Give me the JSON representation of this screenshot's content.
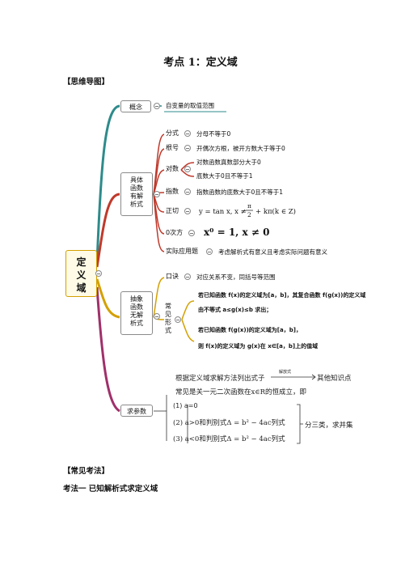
{
  "title": "考点 1：定义域",
  "section_mindmap": "【思维导图】",
  "section_methods": "【常见考法】",
  "method1": "考法一   已知解析式求定义域",
  "mindmap": {
    "root": [
      "定",
      "义",
      "域"
    ],
    "concept": {
      "label": "概念",
      "desc": "自变量的取值范围"
    },
    "concrete": {
      "label": [
        "具体",
        "函数",
        "有解",
        "析式"
      ],
      "items": [
        {
          "name": "分式",
          "desc": "分母不等于0"
        },
        {
          "name": "根号",
          "desc": "开偶次方根，被开方数大于等于0"
        },
        {
          "name": "对数",
          "desc1": "对数函数真数部分大于0",
          "desc2": "底数大于0且不等于1"
        },
        {
          "name": "指数",
          "desc": "指数函数的底数大于0且不等于1"
        },
        {
          "name": "正切",
          "formula": "y = tan x, x ≠ π/2 + kπ(k ∈ Z)",
          "pi": "π",
          "denom": "2",
          "f_left": "y = tan x, x ≠",
          "f_right": "+ kπ(k ∈ Z)"
        },
        {
          "name": "0次方",
          "formula": "x⁰ = 1, x ≠ 0"
        },
        {
          "name": "实际应用题",
          "desc": "考虑解析式有意义且考虑实际问题有意义"
        }
      ]
    },
    "abstract": {
      "label": [
        "抽象",
        "函数",
        "无解",
        "析式"
      ],
      "kou_jue": {
        "name": "口诀",
        "desc": "对应关系不变，同括号等范围"
      },
      "common": {
        "label": [
          "常",
          "见",
          "形",
          "式"
        ],
        "form1_line1": "若已知函数 f(x)的定义域为[a，b]，其复合函数 f(g(x))的定义域",
        "form1_line2": "由不等式 a≤g(x)≤b 求出；",
        "form2_line1": "若已知函数 f(g(x))的定义域为[a，b]，",
        "form2_line2": "则 f(x)的定义域为 g(x)在 x∈[a，b]上的值域"
      }
    },
    "param": {
      "label": "求参数",
      "line1_left": "根据定义域求解方法列出式子",
      "arrow_label": "解放式",
      "line1_right": "其他知识点",
      "line2": "常见是关一元二次函数在x∈R的恒成立，即",
      "case1": "(1) a=0",
      "case2": "(2) a>0和判别式Δ = b² − 4ac列式",
      "case3": "(3) a<0和判别式Δ = b² − 4ac列式",
      "conclusion": "分三类，求并集"
    }
  },
  "colors": {
    "branch_concept": "#2e8b8b",
    "branch_concrete": "#c0392b",
    "branch_abstract": "#d4a000",
    "branch_param": "#a0306a"
  }
}
